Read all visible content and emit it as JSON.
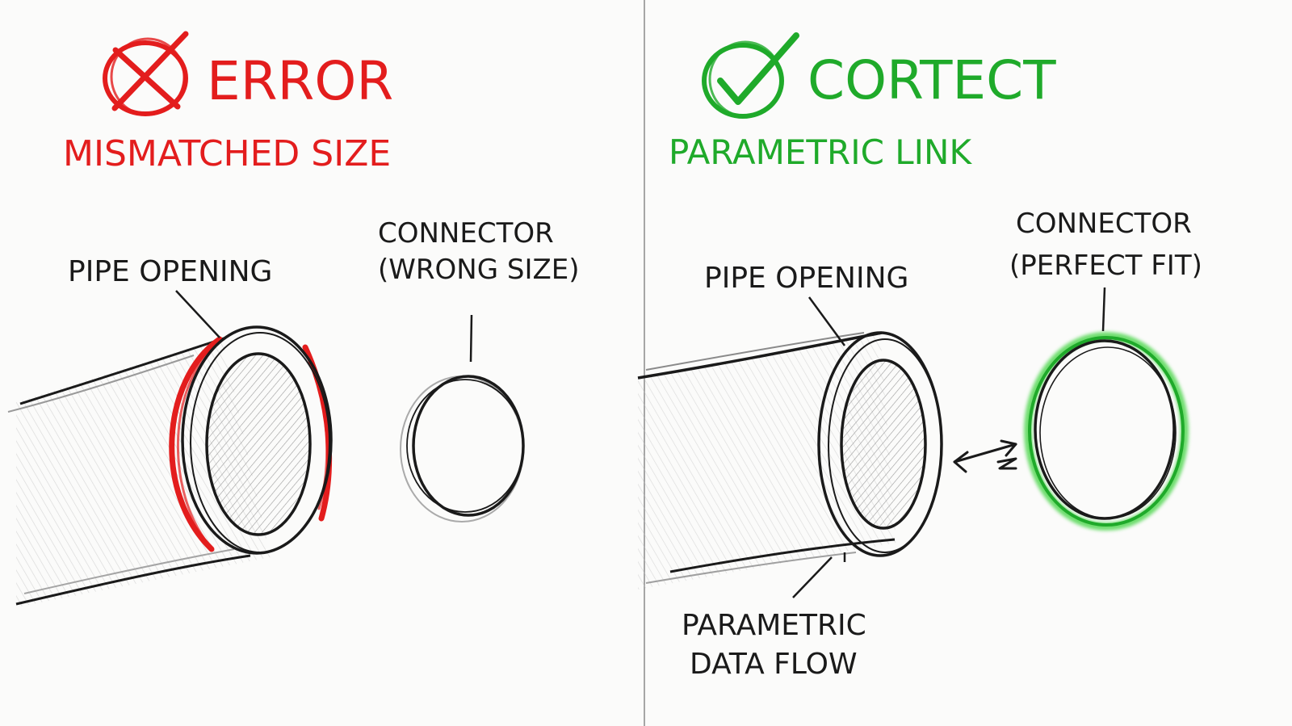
{
  "colors": {
    "error": "#e31d1d",
    "correct": "#1faa2a",
    "ink": "#1a1a1a",
    "paper": "#fbfbfa",
    "glow": "#4cd64c"
  },
  "left_panel": {
    "icon": "x-circle-icon",
    "title": "ERROR",
    "subtitle": "MISMATCHED SIZE",
    "pipe_label": "PIPE OPENING",
    "connector_label_line1": "CONNECTOR",
    "connector_label_line2": "(WRONG SIZE)"
  },
  "right_panel": {
    "icon": "check-circle-icon",
    "title": "CORTECT",
    "subtitle": "PARAMETRIC LINK",
    "pipe_label": "PIPE OPENING",
    "connector_label_line1": "CONNECTOR",
    "connector_label_line2": "(PERFECT FIT)",
    "flow_label_line1": "PARAMETRIC",
    "flow_label_line2": "DATA FLOW"
  }
}
